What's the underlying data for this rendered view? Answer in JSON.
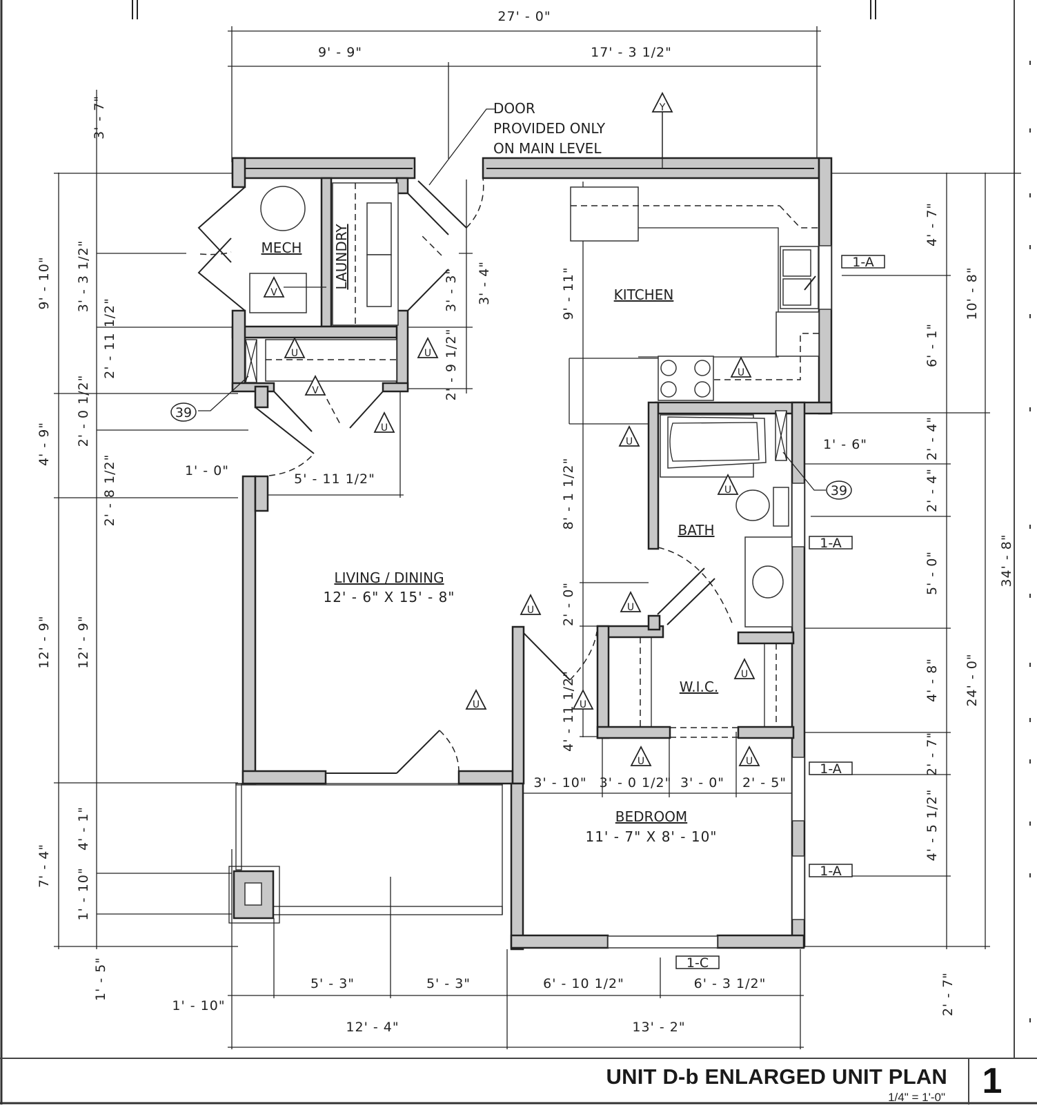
{
  "sheet": {
    "title": "UNIT D-b ENLARGED UNIT PLAN",
    "scale": "1/4\" = 1'-0\"",
    "drawing_number": "1"
  },
  "rooms": {
    "mech": {
      "label": "MECH"
    },
    "laundry": {
      "label": "LAUNDRY"
    },
    "kitchen": {
      "label": "KITCHEN"
    },
    "bath": {
      "label": "BATH"
    },
    "wic": {
      "label": "W.I.C."
    },
    "living": {
      "label": "LIVING / DINING",
      "size": "12' - 6\" X 15' - 8\""
    },
    "bedroom": {
      "label": "BEDROOM",
      "size": "11' - 7\" X 8' - 10\""
    }
  },
  "notes": {
    "door_note": [
      "DOOR",
      "PROVIDED ONLY",
      "ON MAIN LEVEL"
    ]
  },
  "tags": {
    "keynote_39": "39",
    "window_1a": "1-A",
    "window_1c": "1-C",
    "symbol_u": "U",
    "symbol_v": "V",
    "symbol_y": "Y"
  },
  "dimensions": {
    "top": {
      "overall": "27' - 0\"",
      "left": "9' - 9\"",
      "right": "17' - 3 1/2\""
    },
    "left_outer": [
      "9' - 10\"",
      "4' - 9\"",
      "12' - 9\"",
      "7' - 4\""
    ],
    "left_inner": [
      "3' - 7\"",
      "3' - 3 1/2\"",
      "2' - 11 1/2\"",
      "2' - 0 1/2\"",
      "2' - 8 1/2\"",
      "12' - 9\"",
      "4' - 1\"",
      "1' - 10\"",
      "1' - 5\""
    ],
    "entry": {
      "v1": "3' - 3\"",
      "v2": "3' - 4\"",
      "v3": "2' - 9 1/2\"",
      "h1": "5' - 11 1/2\"",
      "h2": "1' - 0\""
    },
    "interior": {
      "kitchen_v": "9' - 11\"",
      "bath_v": "8' - 1 1/2\"",
      "wic_v1": "2' - 0\"",
      "wic_v2": "4' - 11 1/2\"",
      "bath_h": "1' - 6\""
    },
    "bedroom_row": [
      "3' - 10\"",
      "3' - 0 1/2\"",
      "3' - 0\"",
      "2' - 5\""
    ],
    "right_inner": [
      "4' - 7\"",
      "6' - 1\"",
      "2' - 4\"",
      "2' - 4\"",
      "5' - 0\"",
      "4' - 8\"",
      "2' - 7\"",
      "4' - 5 1/2\"",
      "2' - 7\""
    ],
    "right_mid": [
      "10' - 8\"",
      "24' - 0\""
    ],
    "right_outer": "34' - 8\"",
    "bottom_row1": [
      "1' - 10\"",
      "5' - 3\"",
      "5' - 3\"",
      "6' - 10 1/2\"",
      "6' - 3 1/2\""
    ],
    "bottom_row2": [
      "12' - 4\"",
      "13' - 2\""
    ]
  }
}
